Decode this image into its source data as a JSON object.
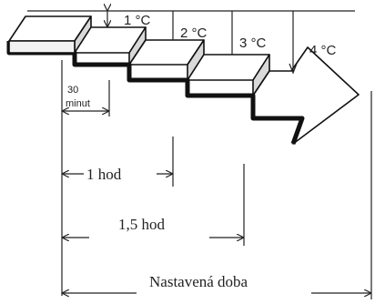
{
  "steps": [
    {
      "label": "1 °C"
    },
    {
      "label": "2 °C"
    },
    {
      "label": "3 °C"
    },
    {
      "label": "4 °C"
    }
  ],
  "first_interval": {
    "line1": "30",
    "line2": "minut"
  },
  "spans": [
    {
      "label": "1 hod"
    },
    {
      "label": "1,5 hod"
    },
    {
      "label": "Nastavená doba"
    }
  ]
}
